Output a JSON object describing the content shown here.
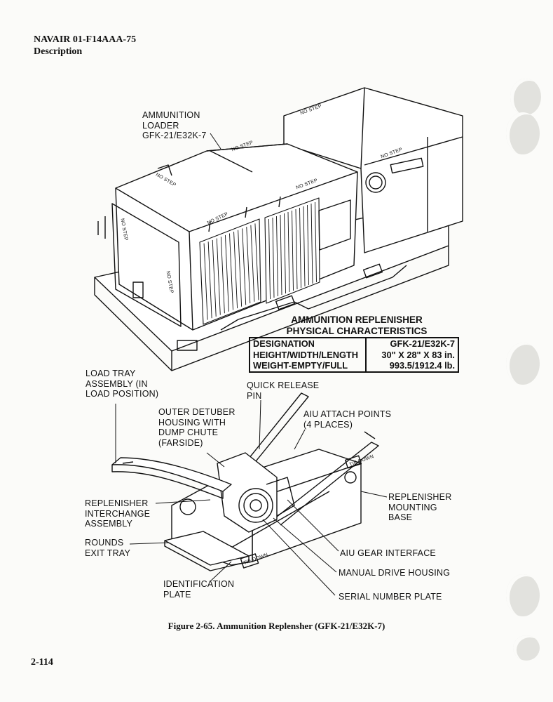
{
  "header": {
    "doc_number": "NAVAIR 01-F14AAA-75",
    "section": "Description"
  },
  "top_drawing": {
    "loader_label": [
      "AMMUNITION",
      "LOADER",
      "GFK-21/E32K-7"
    ],
    "stenciled_text": [
      "NO STEP",
      "NO STEP",
      "NO STEP",
      "NO STEP",
      "NO STEP",
      "NO STEP",
      "NO STEP",
      "NO STEP"
    ]
  },
  "specs": {
    "title_line1": "AMMUNITION REPLENISHER",
    "title_line2": "PHYSICAL CHARACTERISTICS",
    "rows": [
      {
        "label": "DESIGNATION",
        "value": "GFK-21/E32K-7"
      },
      {
        "label": "HEIGHT/WIDTH/LENGTH",
        "value": "30\" X 28\" X 83 in."
      },
      {
        "label": "WEIGHT-EMPTY/FULL",
        "value": "993.5/1912.4 lb."
      }
    ]
  },
  "bottom_drawing": {
    "labels": {
      "load_tray": [
        "LOAD TRAY",
        "ASSEMBLY (IN",
        "LOAD POSITION)"
      ],
      "quick_release": [
        "QUICK RELEASE",
        "PIN"
      ],
      "outer_detuber": [
        "OUTER DETUBER",
        "HOUSING WITH",
        "DUMP CHUTE",
        "(FARSIDE)"
      ],
      "aiu_attach": [
        "AIU ATTACH POINTS",
        "(4 PLACES)"
      ],
      "replenisher_interchange": [
        "REPLENISHER",
        "INTERCHANGE",
        "ASSEMBLY"
      ],
      "replenisher_mounting": [
        "REPLENISHER",
        "MOUNTING",
        "BASE"
      ],
      "rounds_exit": [
        "ROUNDS",
        "EXIT TRAY"
      ],
      "aiu_gear": [
        "AIU GEAR INTERFACE"
      ],
      "manual_drive": [
        "MANUAL DRIVE HOUSING"
      ],
      "identification_plate": [
        "IDENTIFICATION",
        "PLATE"
      ],
      "serial_number": [
        "SERIAL NUMBER PLATE"
      ]
    },
    "stenciled_text": [
      "TIE DOWN",
      "TIE DOWN"
    ]
  },
  "figure_caption": "Figure 2-65. Ammunition Replensher (GFK-21/E32K-7)",
  "page_number": "2-114"
}
